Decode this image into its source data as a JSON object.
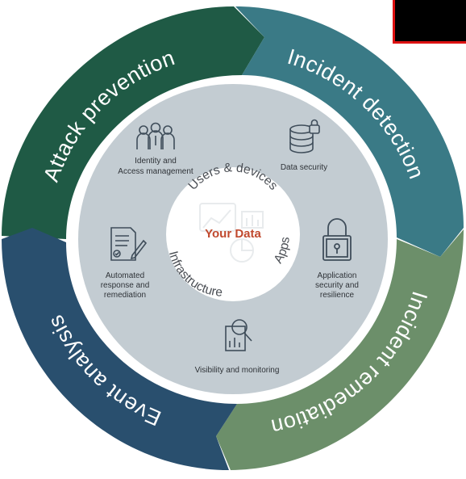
{
  "center": {
    "title": "Your Data",
    "ring_labels": {
      "top": "Users & devices",
      "right": "Apps",
      "left": "Infrastructure"
    }
  },
  "phases": [
    {
      "label": "Attack prevention",
      "color": "#1f5a45"
    },
    {
      "label": "Incident detection",
      "color": "#3a7a86"
    },
    {
      "label": "Incident remediation",
      "color": "#6c8f6a"
    },
    {
      "label": "Event analysis",
      "color": "#294f6e"
    }
  ],
  "capabilities": {
    "identity": {
      "line1": "Identity and",
      "line2": "Access management",
      "icon": "people-icon"
    },
    "data_security": {
      "line1": "Data security",
      "icon": "database-lock-icon"
    },
    "app_security": {
      "line1": "Application",
      "line2": "security and",
      "line3": "resilience",
      "icon": "padlock-icon"
    },
    "visibility": {
      "line1": "Visibility and monitoring",
      "icon": "magnifier-chart-icon"
    },
    "automated": {
      "line1": "Automated",
      "line2": "response and",
      "line3": "remediation",
      "icon": "document-pen-icon"
    }
  },
  "colors": {
    "inner_disk": "#c3ccd2",
    "center_disk": "#ffffff",
    "accent": "#c0492e",
    "icon": "#3f4d5a"
  }
}
